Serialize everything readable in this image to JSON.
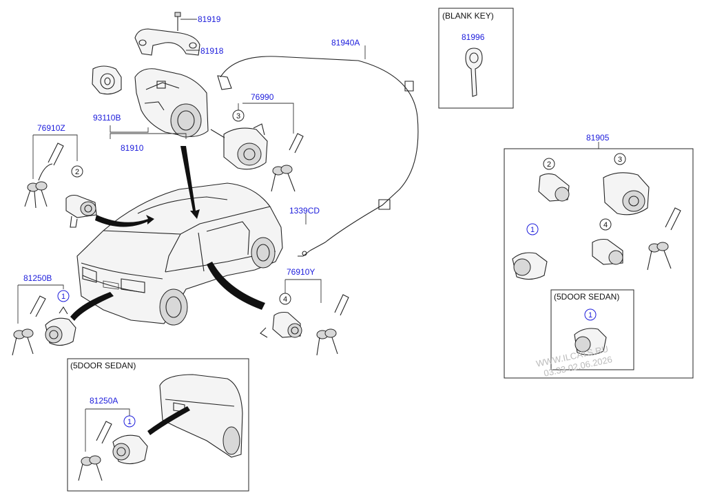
{
  "colors": {
    "label": "#1a1adb",
    "line": "#222222",
    "watermark": "#bbbbbb"
  },
  "labels": {
    "p81919": "81919",
    "p81918": "81918",
    "p93110B": "93110B",
    "p81910": "81910",
    "p76910Z": "76910Z",
    "p76990": "76990",
    "p81940A": "81940A",
    "p1339CD": "1339CD",
    "p76910Y": "76910Y",
    "p81250B": "81250B",
    "p81250A": "81250A",
    "p81996": "81996",
    "p81905": "81905"
  },
  "boxes": {
    "blank_key": "(BLANK KEY)",
    "sedan_left": "(5DOOR SEDAN)",
    "sedan_right": "(5DOOR SEDAN)"
  },
  "callouts": {
    "c76910Z_2": "2",
    "c76990_3": "3",
    "c81250B_1": "1",
    "c76910Y_4": "4",
    "c81250A_1": "1",
    "c81905_2": "2",
    "c81905_3": "3",
    "c81905_1": "1",
    "c81905_4": "4",
    "c5door_1": "1"
  },
  "watermark": {
    "line1": "WWW.ILCATS.RU",
    "line2": "03.33 02.06.2026"
  }
}
